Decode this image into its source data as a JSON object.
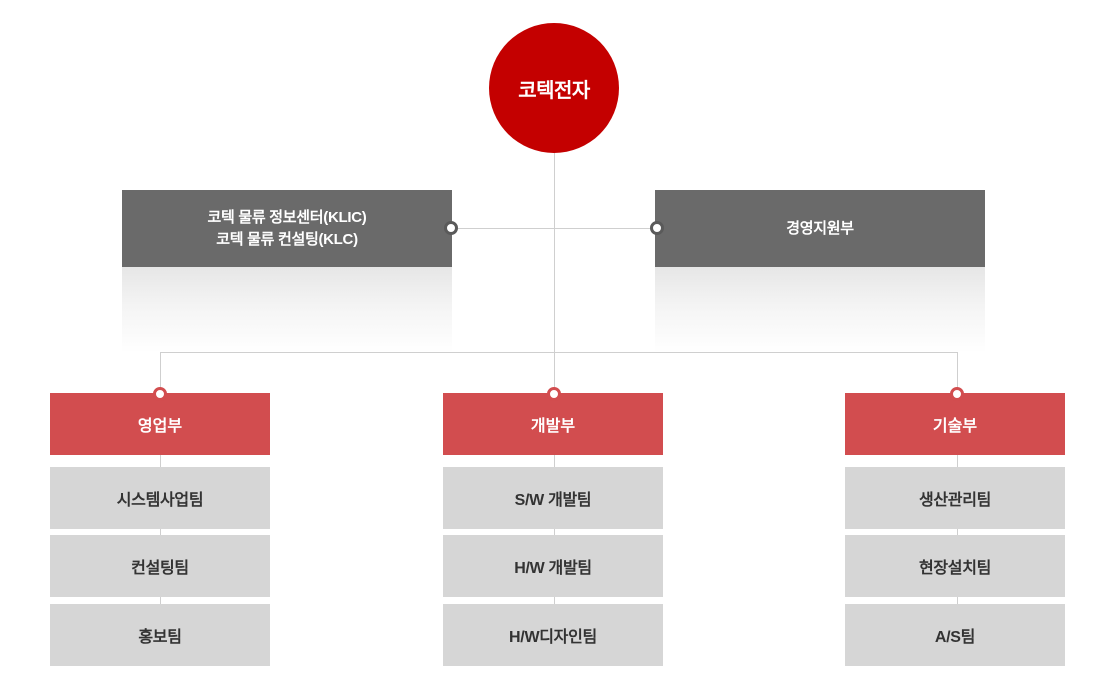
{
  "root": {
    "label": "코텍전자"
  },
  "staff": [
    {
      "lines": [
        "코텍 물류 정보센터(KLIC)",
        "코텍 물류 컨설팅(KLC)"
      ]
    },
    {
      "lines": [
        "경영지원부"
      ]
    }
  ],
  "departments": [
    {
      "name": "영업부",
      "teams": [
        "시스템사업팀",
        "컨설팅팀",
        "홍보팀"
      ]
    },
    {
      "name": "개발부",
      "teams": [
        "S/W 개발팀",
        "H/W 개발팀",
        "H/W디자인팀"
      ]
    },
    {
      "name": "기술부",
      "teams": [
        "생산관리팀",
        "현장설치팀",
        "A/S팀"
      ]
    }
  ],
  "colors": {
    "root": "#c40000",
    "department": "#d24d4f",
    "staff": "#6a6a6a",
    "team": "#d6d6d6",
    "connector": "#cfcfcf"
  }
}
